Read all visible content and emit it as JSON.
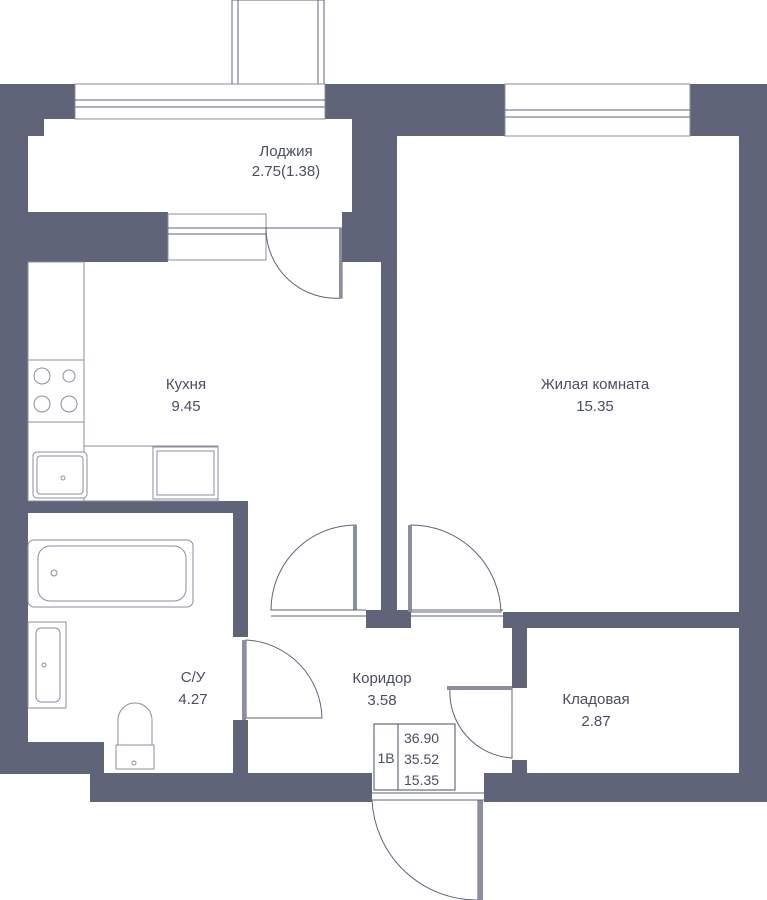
{
  "rooms": {
    "loggia": {
      "name": "Лоджия",
      "area": "2.75(1.38)"
    },
    "kitchen": {
      "name": "Кухня",
      "area": "9.45"
    },
    "living": {
      "name": "Жилая комната",
      "area": "15.35"
    },
    "bathroom": {
      "name": "С/У",
      "area": "4.27"
    },
    "corridor": {
      "name": "Коридор",
      "area": "3.58"
    },
    "storage": {
      "name": "Кладовая",
      "area": "2.87"
    }
  },
  "summary": {
    "type": "1В",
    "total": "36.90",
    "net": "35.52",
    "living": "15.35"
  },
  "colors": {
    "wall": "#5f6478",
    "text": "#4a4e62"
  }
}
